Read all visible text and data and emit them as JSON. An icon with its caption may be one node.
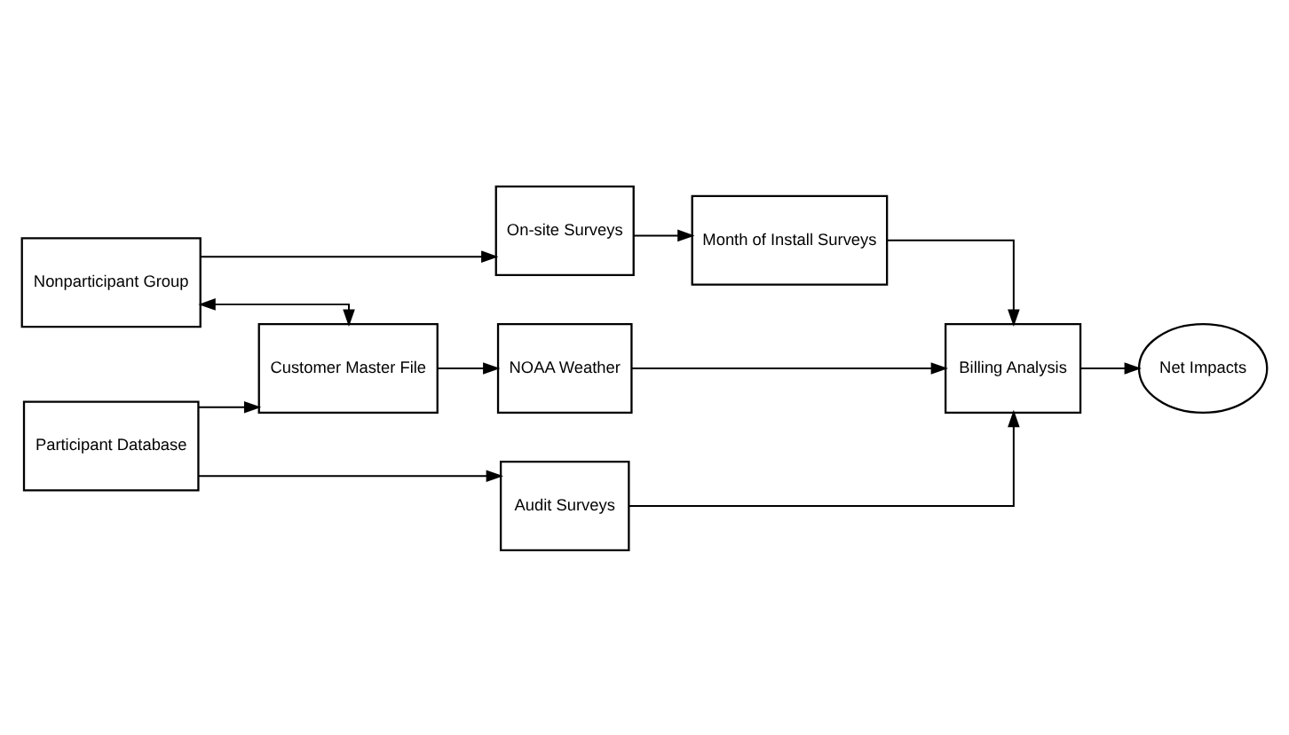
{
  "diagram": {
    "nodes": [
      {
        "text": [
          "Nonparticipant Group"
        ]
      },
      {
        "text": [
          "On-site Surveys"
        ]
      },
      {
        "text": [
          "Month of Install Surveys"
        ]
      },
      {
        "text": [
          "Customer Master File"
        ]
      },
      {
        "text": [
          "NOAA Weather"
        ]
      },
      {
        "text": [
          "Billing Analysis"
        ]
      },
      {
        "text": [
          "Net Impacts"
        ]
      },
      {
        "text": [
          "Participant Database"
        ]
      },
      {
        "text": [
          "Audit Surveys"
        ]
      }
    ],
    "edges": [
      {
        "from": 0,
        "to": 1,
        "arrow": "to"
      },
      {
        "from": 1,
        "to": 2,
        "arrow": "to"
      },
      {
        "from": 2,
        "to": 5,
        "arrow": "to"
      },
      {
        "from": 3,
        "to": 0,
        "arrow": "both"
      },
      {
        "from": 7,
        "to": 3,
        "arrow": "to"
      },
      {
        "from": 3,
        "to": 4,
        "arrow": "to"
      },
      {
        "from": 4,
        "to": 5,
        "arrow": "to"
      },
      {
        "from": 5,
        "to": 6,
        "arrow": "to"
      },
      {
        "from": 7,
        "to": 8,
        "arrow": "to"
      },
      {
        "from": 8,
        "to": 5,
        "arrow": "to"
      }
    ]
  }
}
